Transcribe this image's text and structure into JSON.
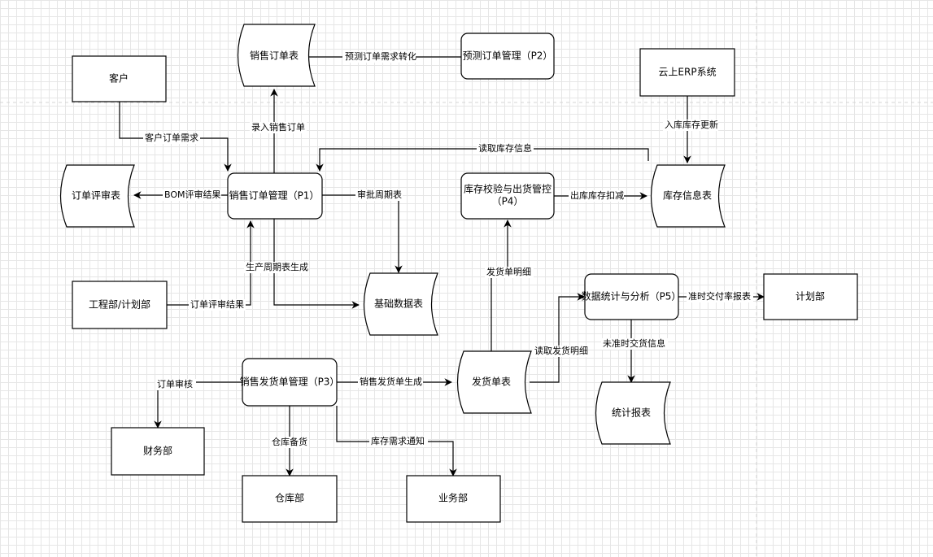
{
  "nodes": {
    "sales_order_table": "销售订单表",
    "forecast_order_mgmt": "预测订单管理（P2）",
    "customer": "客户",
    "cloud_erp": "云上ERP系统",
    "order_review_table": "订单评审表",
    "sales_order_mgmt": "销售订单管理（P1）",
    "inventory_check_line1": "库存校验与出货管控",
    "inventory_check_line2": "（P4）",
    "inventory_info_table": "库存信息表",
    "engineering_dept": "工程部/计划部",
    "base_data_table": "基础数据表",
    "data_stats": "数据统计与分析（P5）",
    "planning_dept": "计划部",
    "sales_shipping_mgmt": "销售发货单管理（P3）",
    "shipping_table": "发货单表",
    "stats_report": "统计报表",
    "finance_dept": "财务部",
    "warehouse_dept": "仓库部",
    "business_dept": "业务部"
  },
  "edges": {
    "forecast_to_sales_table": "预测订单需求转化",
    "enter_sales_order": "录入销售订单",
    "customer_order_demand": "客户订单需求",
    "read_inventory_info": "读取库存信息",
    "inbound_update": "入库库存更新",
    "bom_review_result": "BOM评审结果",
    "approve_cycle_table": "审批周期表",
    "outbound_deduct": "出库库存扣减",
    "production_cycle_gen": "生产周期表生成",
    "order_review_result": "订单评审结果",
    "shipping_detail": "发货单明细",
    "read_shipping_detail": "读取发货明细",
    "ontime_delivery_report": "准时交付率报表",
    "late_delivery_info": "未准时交货信息",
    "order_audit": "订单审核",
    "shipping_order_gen": "销售发货单生成",
    "warehouse_prep": "仓库备货",
    "inventory_demand_notice": "库存需求通知"
  }
}
